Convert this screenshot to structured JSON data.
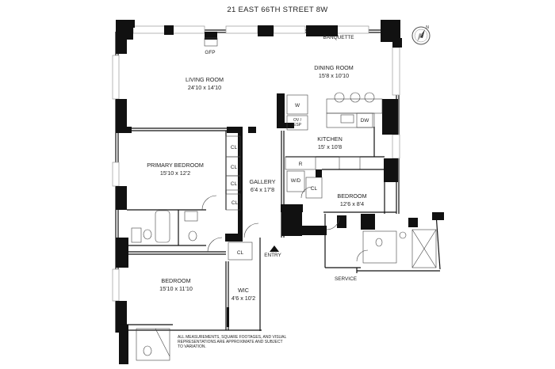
{
  "title": "21 EAST 66TH STREET 8W",
  "rooms": {
    "living": {
      "name": "LIVING ROOM",
      "dims": "24'10 x 14'10"
    },
    "dining": {
      "name": "DINING ROOM",
      "dims": "15'8 x 10'10"
    },
    "kitchen": {
      "name": "KITCHEN",
      "dims": "15' x 10'8"
    },
    "primary_bedroom": {
      "name": "PRIMARY BEDROOM",
      "dims": "15'10 x 12'2"
    },
    "gallery": {
      "name": "GALLERY",
      "dims": "6'4 x 17'8"
    },
    "bedroom2": {
      "name": "BEDROOM",
      "dims": "12'6 x 8'4"
    },
    "bedroom3": {
      "name": "BEDROOM",
      "dims": "15'10 x 11'10"
    },
    "wic": {
      "name": "WIC",
      "dims": "4'6 x 10'2"
    }
  },
  "labels": {
    "banquette": "BANQUETTE",
    "gfp": "GFP",
    "w": "W",
    "ov_esp_1": "OV /",
    "ov_esp_2": "ESP",
    "dw": "DW",
    "r": "R",
    "wd": "W/D",
    "cl": "CL",
    "entry": "ENTRY",
    "service": "SERVICE"
  },
  "disclaimer": [
    "ALL MEASUREMENTS, SQUARE FOOTAGES, AND VISUAL",
    "REPRESENTATIONS ARE APPROXIMATE AND SUBJECT",
    "TO VARIATION."
  ],
  "compass": {
    "label": "N",
    "icon": "compass-icon"
  }
}
